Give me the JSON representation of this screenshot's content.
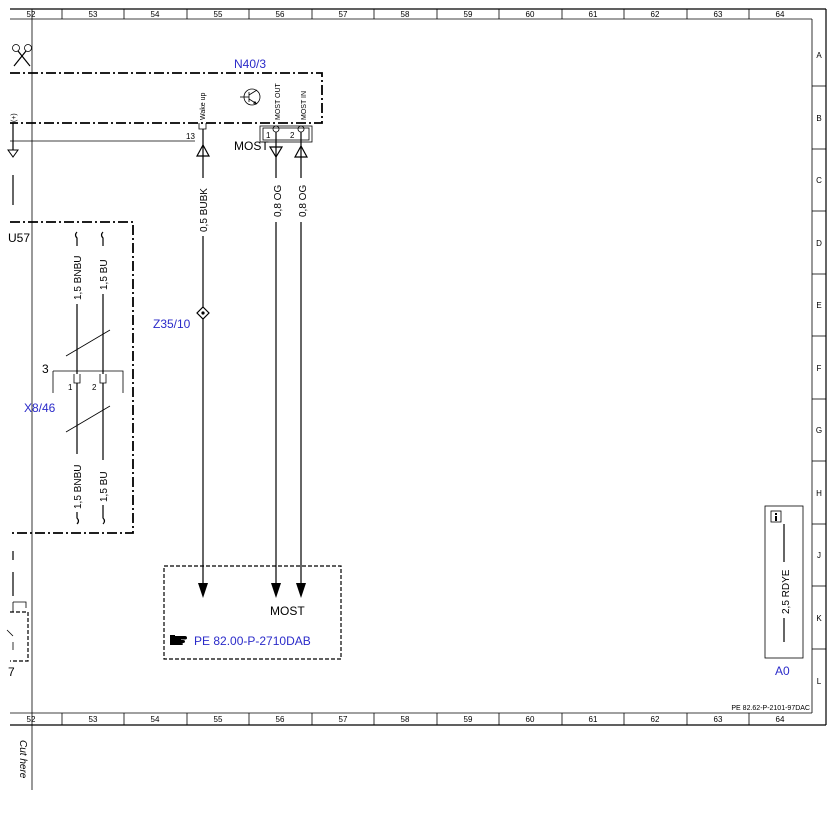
{
  "grid": {
    "columns": [
      "52",
      "53",
      "54",
      "55",
      "56",
      "57",
      "58",
      "59",
      "60",
      "61",
      "62",
      "63",
      "64"
    ],
    "rows": [
      "A",
      "B",
      "C",
      "D",
      "E",
      "F",
      "G",
      "H",
      "J",
      "K",
      "L"
    ]
  },
  "drawing_number": "PE 82.62-P-2101-97DAC",
  "cut_label": "Cut here",
  "components": {
    "n40_3": {
      "ref": "N40/3",
      "pin_wake_up": "Wake up",
      "pin_most_out": "MOST OUT",
      "pin_most_in": "MOST IN",
      "pin_13": "13",
      "pin_1": "1",
      "pin_2": "2",
      "bus_label": "MOST",
      "left_pin_label": "(+)"
    },
    "u57": {
      "ref": "U57"
    },
    "x8_46": {
      "ref": "X8/46",
      "pin_count": "3",
      "pin_1": "1",
      "pin_2": "2"
    },
    "z35_10": {
      "ref": "Z35/10"
    },
    "a0": {
      "ref": "A0",
      "wire": "2,5 RDYE"
    },
    "most_ref": {
      "label": "MOST",
      "link": "PE 82.00-P-2710DAB"
    },
    "left_partial_label": "7"
  },
  "wires": {
    "bubk": "0,5 BUBK",
    "og1": "0,8 OG",
    "og2": "0,8 OG",
    "bnbu_top": "1,5 BNBU",
    "bu_top": "1,5 BU",
    "bnbu_bottom": "1,5 BNBU",
    "bu_bottom": "1,5 BU"
  },
  "colors": {
    "line": "#000000",
    "label_blue": "#2b2bc9"
  },
  "icons": [
    "scissors-icon",
    "transistor-icon",
    "info-icon",
    "hand-pointer-icon"
  ]
}
